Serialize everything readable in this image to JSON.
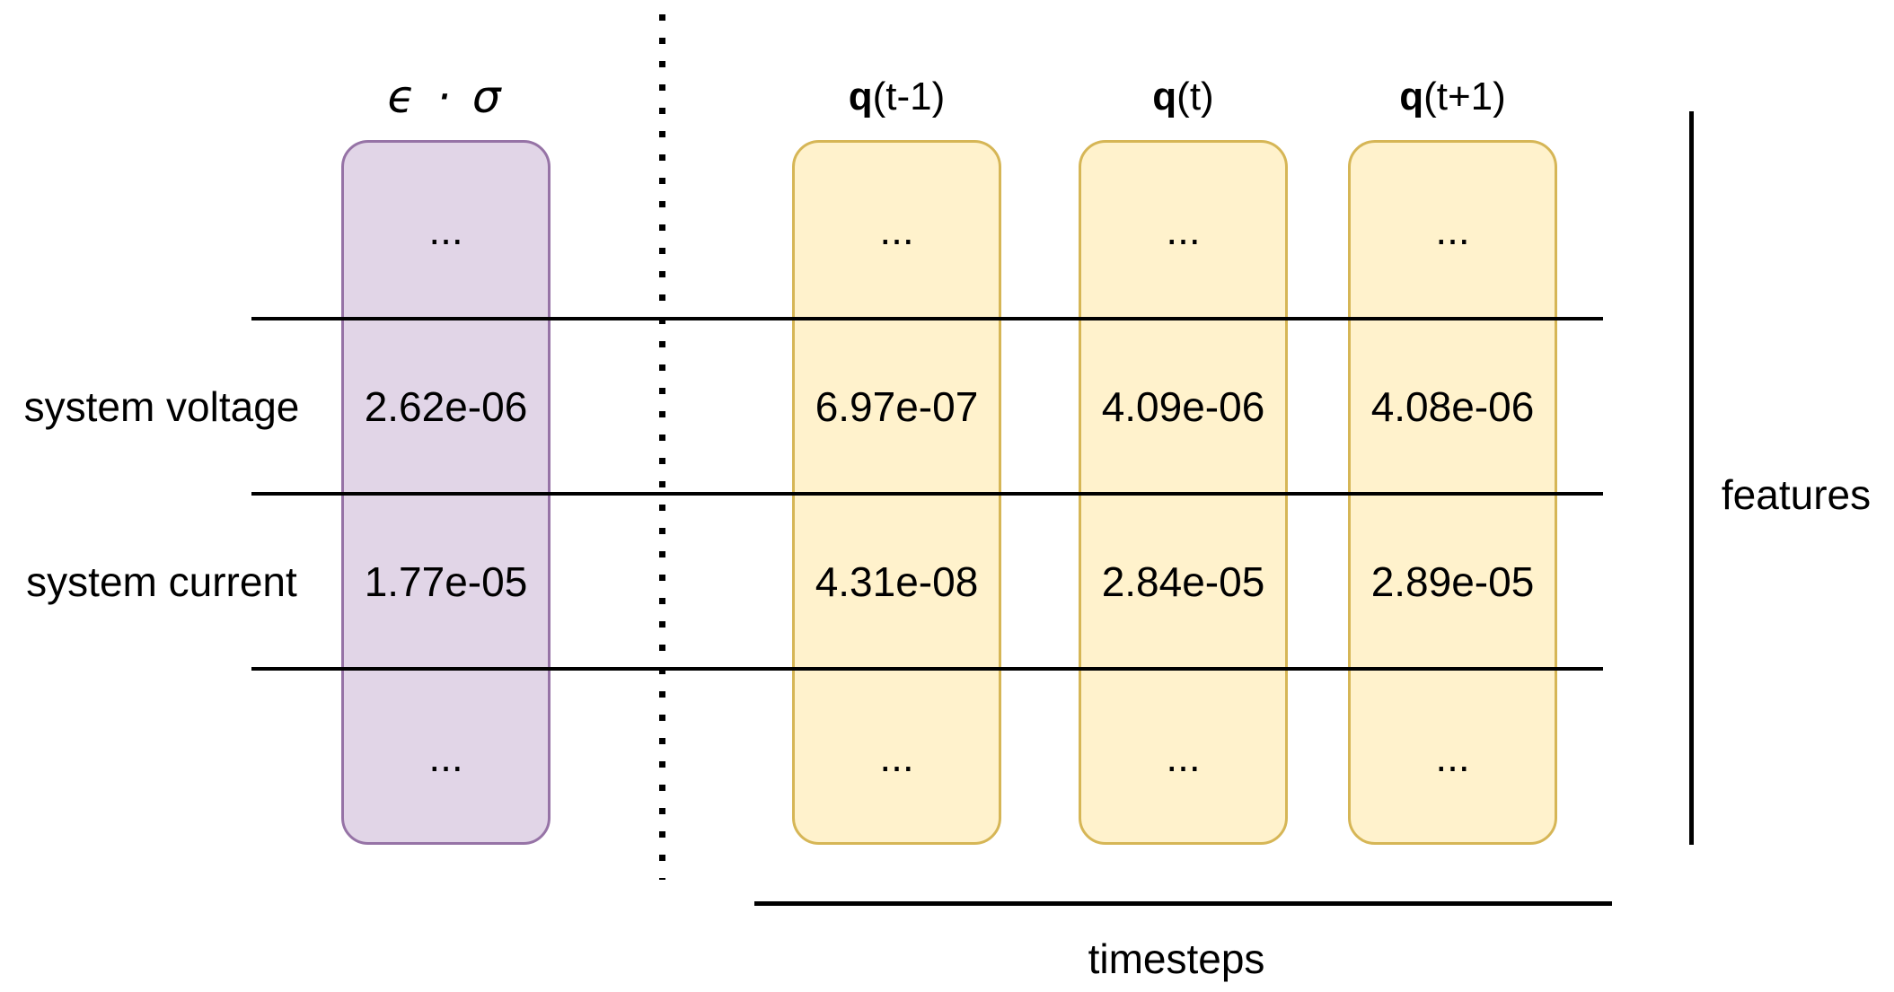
{
  "diagram": {
    "columns": [
      {
        "id": "noise-scale",
        "header": "ϵ · σ",
        "fill_color": "#E1D5E7",
        "stroke_color": "#9673A6",
        "cells": [
          "...",
          "2.62e-06",
          "1.77e-05",
          "..."
        ]
      },
      {
        "id": "q-t-minus-1",
        "header_bold": "q",
        "header_suffix": "(t-1)",
        "fill_color": "#FFF2CC",
        "stroke_color": "#D6B656",
        "cells": [
          "...",
          "6.97e-07",
          "4.31e-08",
          "..."
        ]
      },
      {
        "id": "q-t",
        "header_bold": "q",
        "header_suffix": "(t)",
        "fill_color": "#FFF2CC",
        "stroke_color": "#D6B656",
        "cells": [
          "...",
          "4.09e-06",
          "2.84e-05",
          "..."
        ]
      },
      {
        "id": "q-t-plus-1",
        "header_bold": "q",
        "header_suffix": "(t+1)",
        "fill_color": "#FFF2CC",
        "stroke_color": "#D6B656",
        "cells": [
          "...",
          "4.08e-06",
          "2.89e-05",
          "..."
        ]
      }
    ],
    "row_labels": [
      "system voltage",
      "system current"
    ],
    "axes": {
      "x_label": "timesteps",
      "y_label": "features"
    },
    "colors": {
      "line": "#000000",
      "background": "#FFFFFF"
    }
  }
}
